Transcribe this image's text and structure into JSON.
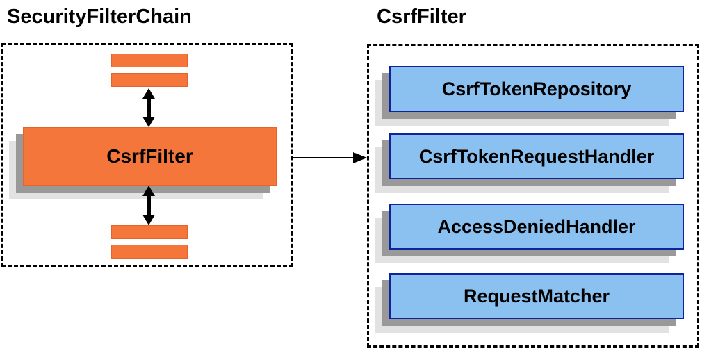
{
  "left_panel": {
    "title": "SecurityFilterChain",
    "csrf_filter_label": "CsrfFilter"
  },
  "right_panel": {
    "title": "CsrfFilter",
    "components": [
      "CsrfTokenRepository",
      "CsrfTokenRequestHandler",
      "AccessDeniedHandler",
      "RequestMatcher"
    ]
  },
  "colors": {
    "orange_fill": "#F4763A",
    "orange_border": "#E8632A",
    "blue_fill": "#8BC1F0",
    "blue_border": "#10239E",
    "shadow_dark": "#999999",
    "shadow_light": "#E2E2E2",
    "line_color": "#000000"
  }
}
